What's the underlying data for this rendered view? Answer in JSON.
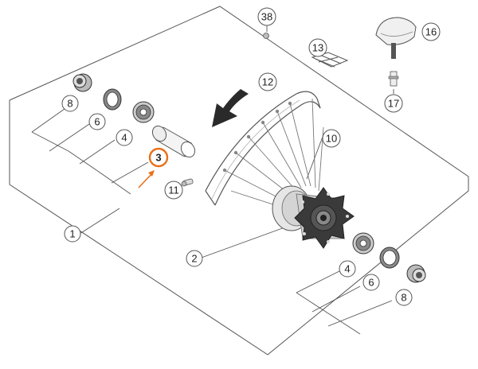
{
  "colors": {
    "line": "#555555",
    "part_fill": "#e8e8e8",
    "part_dark": "#3a3a3a",
    "highlight": "#e8701a",
    "background": "#ffffff"
  },
  "callouts": {
    "c1": "1",
    "c2": "2",
    "c3": "3",
    "c4a": "4",
    "c4b": "4",
    "c6a": "6",
    "c6b": "6",
    "c8a": "8",
    "c8b": "8",
    "c10": "10",
    "c11": "11",
    "c12": "12",
    "c13": "13",
    "c16": "16",
    "c17": "17",
    "c38": "38"
  },
  "highlighted_part": "3",
  "icons": {
    "direction_arrow": "rotation-arrow-icon",
    "pointer_arrow": "pointer-arrow-icon"
  }
}
